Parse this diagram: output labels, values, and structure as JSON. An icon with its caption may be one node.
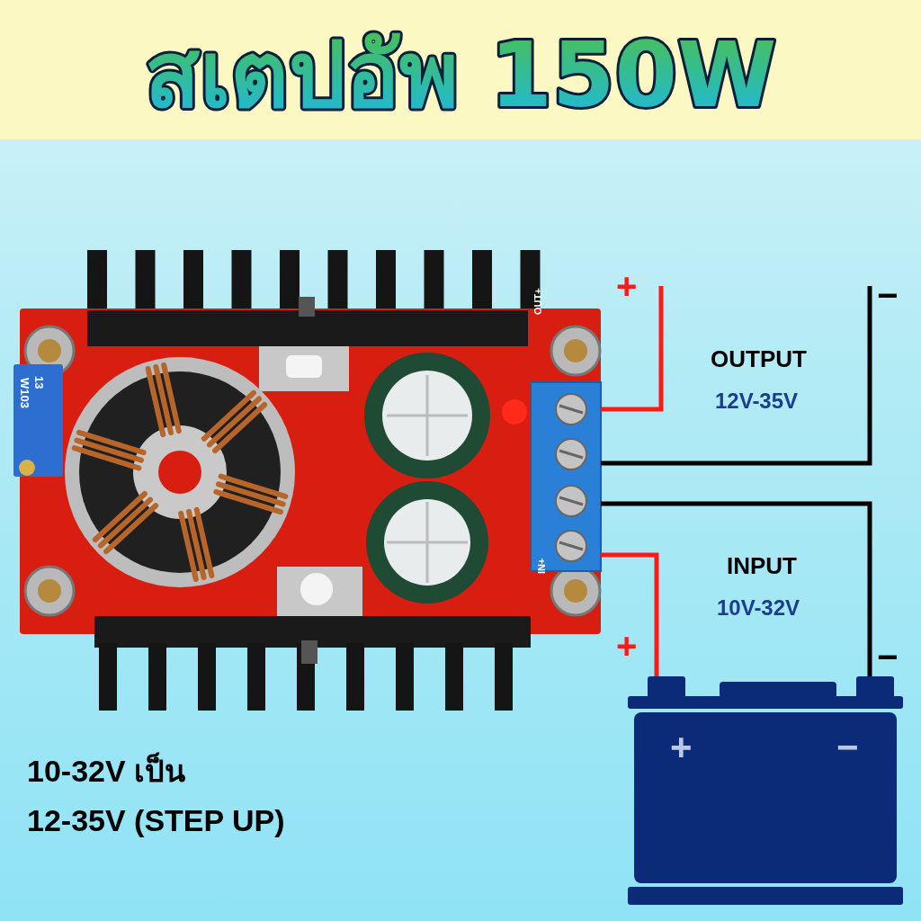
{
  "diagram": {
    "title": "สเตปอัพ 150W",
    "nodes": [
      {
        "text": [],
        "shape": "picture"
      },
      {
        "text": [
          "+",
          "−"
        ]
      }
    ],
    "edges": [
      {
        "from": 0,
        "to": null,
        "arrow": "none",
        "color": "#ff1a1a"
      },
      {
        "from": 0,
        "to": null,
        "arrow": "none",
        "color": "#000000"
      },
      {
        "from": 0,
        "to": 1,
        "arrow": "none",
        "color": "#000000"
      },
      {
        "from": 0,
        "to": 1,
        "arrow": "none",
        "color": "#ff1a1a"
      }
    ],
    "labels": [
      "OUT+",
      "13",
      "W103",
      "IN+",
      "+",
      "−",
      "OUTPUT",
      "12V-35V",
      "INPUT",
      "10V-32V",
      "+",
      "−",
      "10-32V เป็น",
      "12-35V (STEP UP)"
    ]
  }
}
